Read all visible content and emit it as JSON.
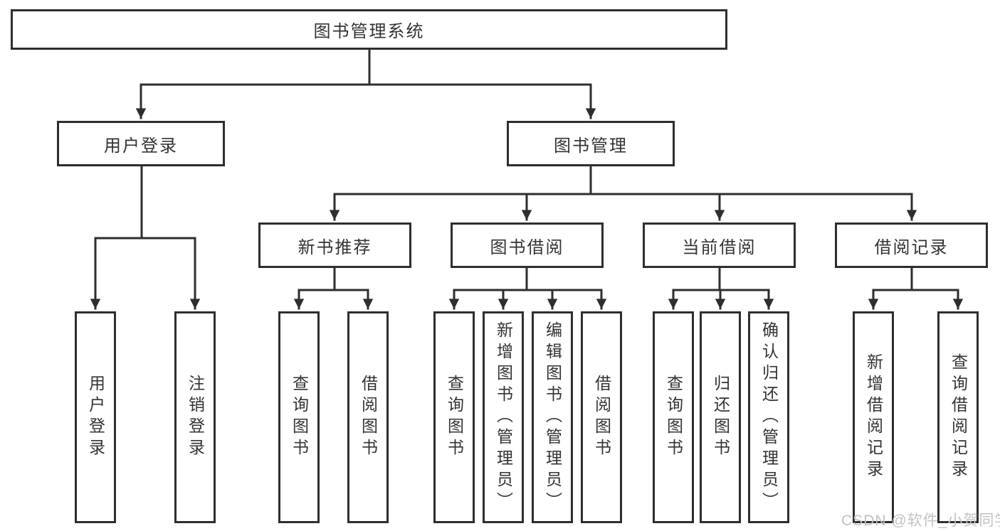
{
  "diagram": {
    "root": {
      "label": "图书管理系统"
    },
    "level2": {
      "user_login": {
        "label": "用户登录"
      },
      "book_mgmt": {
        "label": "图书管理"
      }
    },
    "level3": {
      "new_books": {
        "label": "新书推荐"
      },
      "borrowing": {
        "label": "图书借阅"
      },
      "current": {
        "label": "当前借阅"
      },
      "records": {
        "label": "借阅记录"
      }
    },
    "leaves": {
      "login": {
        "label": "用户登录"
      },
      "logout": {
        "label": "注销登录"
      },
      "nb_query": {
        "label": "查询图书"
      },
      "nb_borrow": {
        "label": "借阅图书"
      },
      "bw_query": {
        "label": "查询图书"
      },
      "bw_add": {
        "label": "新增图书（管理员）"
      },
      "bw_edit": {
        "label": "编辑图书（管理员）"
      },
      "bw_borrow": {
        "label": "借阅图书"
      },
      "cu_query": {
        "label": "查询图书"
      },
      "cu_return": {
        "label": "归还图书"
      },
      "cu_confirm": {
        "label": "确认归还（管理员）"
      },
      "rc_add": {
        "label": "新增借阅记录"
      },
      "rc_query": {
        "label": "查询借阅记录"
      }
    },
    "colors": {
      "line": "#2e2e2e",
      "text": "#333333",
      "watermark": "#c2c2c2",
      "background": "#ffffff"
    }
  },
  "watermark": {
    "text": "CSDN @软件_小贺同学"
  }
}
